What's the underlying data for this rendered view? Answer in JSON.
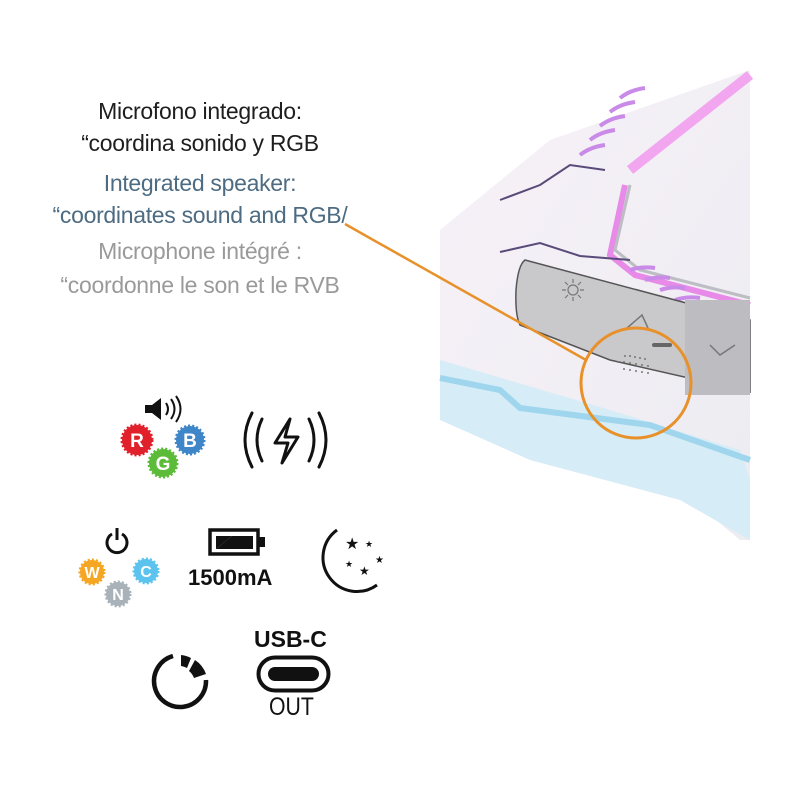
{
  "captions": {
    "es": [
      "Microfono integrado:",
      "“coordina sonido y RGB"
    ],
    "en": [
      "Integrated speaker:",
      "“coordinates sound and RGB/"
    ],
    "fr": [
      "Microphone intégré :",
      "“coordonne le son et le RVB"
    ]
  },
  "icons": {
    "rgb_letters": [
      "R",
      "G",
      "B"
    ],
    "wnc_letters": [
      "W",
      "N",
      "C"
    ],
    "battery_label": "1500mA",
    "usb_label": "USB-C",
    "usb_sub": "OUT"
  },
  "colors": {
    "accent": "#e8912a",
    "red": "#e0202a",
    "green": "#5dbb3a",
    "blue": "#3f86c8",
    "orange": "#f5a623",
    "cyan": "#5cc3ee",
    "grey": "#a9b2b9"
  }
}
